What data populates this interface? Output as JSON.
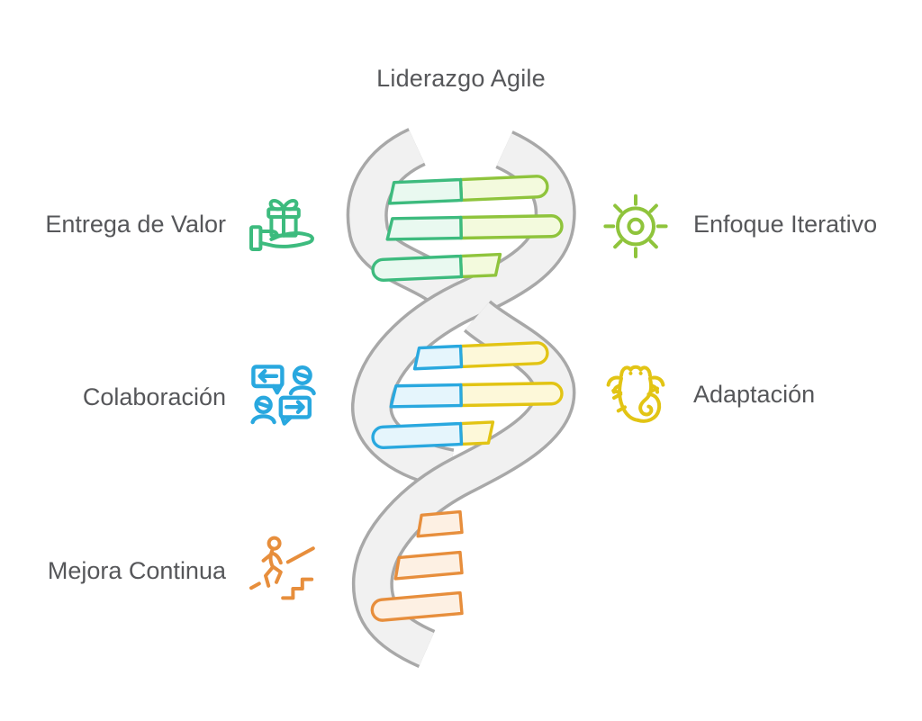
{
  "title": "Liderazgo Agile",
  "left_items": [
    {
      "label": "Entrega de Valor",
      "icon": "gift-on-hand-icon",
      "color_key": "green"
    },
    {
      "label": "Colaboración",
      "icon": "collaboration-chat-icon",
      "color_key": "blue"
    },
    {
      "label": "Mejora Continua",
      "icon": "stairs-climb-icon",
      "color_key": "orange"
    }
  ],
  "right_items": [
    {
      "label": "Enfoque Iterativo",
      "icon": "sun-cycle-icon",
      "color_key": "lime"
    },
    {
      "label": "Adaptación",
      "icon": "chameleon-icon",
      "color_key": "yellow"
    }
  ],
  "helix": {
    "description": "dna-double-helix",
    "groups": [
      {
        "position": "top",
        "rungs": 3,
        "left_color": "green",
        "right_color": "lime"
      },
      {
        "position": "middle",
        "rungs": 3,
        "left_color": "blue",
        "right_color": "yellow"
      },
      {
        "position": "bottom",
        "rungs": 3,
        "left_color": "orange",
        "right_color": null
      }
    ]
  },
  "colors": {
    "text": "#56575a",
    "strand": "#a8a8a8",
    "strand-fill": "#f1f1f1",
    "green": "#3dbb7e",
    "green-fill": "#e9f9f0",
    "lime": "#8fc43c",
    "lime-fill": "#f3fadd",
    "blue": "#29a8df",
    "blue-fill": "#e5f5fc",
    "yellow": "#e2c414",
    "yellow-fill": "#fdf8d9",
    "orange": "#e78e3c",
    "orange-fill": "#fdf0e3"
  }
}
